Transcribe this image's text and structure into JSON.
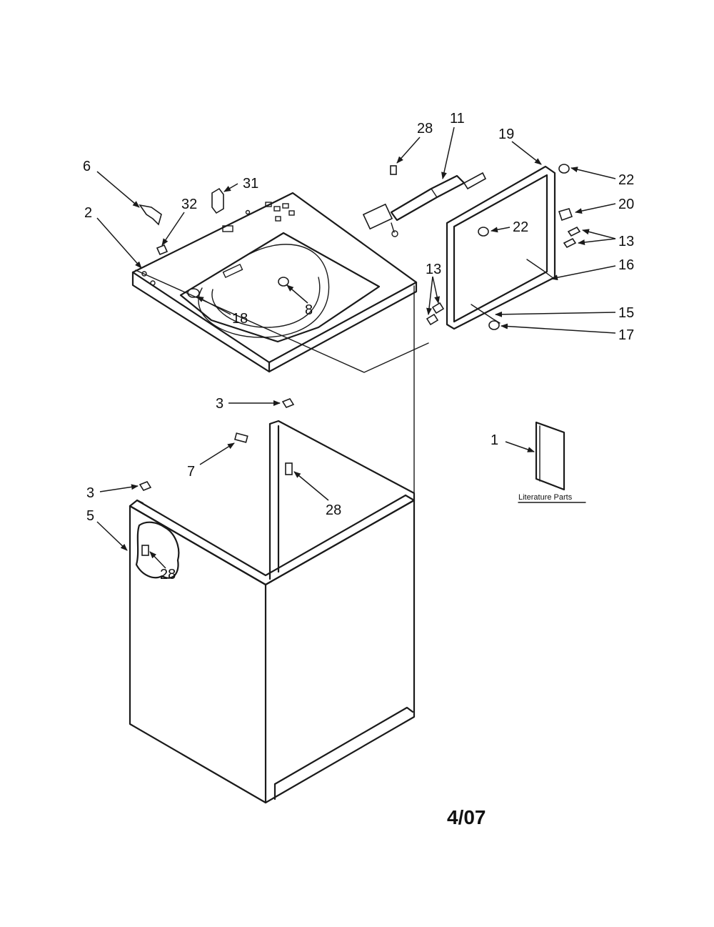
{
  "callouts": {
    "c1": "1",
    "c2": "2",
    "c3a": "3",
    "c3b": "3",
    "c5": "5",
    "c6": "6",
    "c7": "7",
    "c8": "8",
    "c11": "11",
    "c13a": "13",
    "c13b": "13",
    "c15": "15",
    "c16": "16",
    "c17": "17",
    "c18": "18",
    "c19": "19",
    "c20": "20",
    "c22a": "22",
    "c22b": "22",
    "c28a": "28",
    "c28b": "28",
    "c28c": "28",
    "c31": "31",
    "c32": "32"
  },
  "literature_label": "Literature Parts",
  "footer_date": "4/07"
}
